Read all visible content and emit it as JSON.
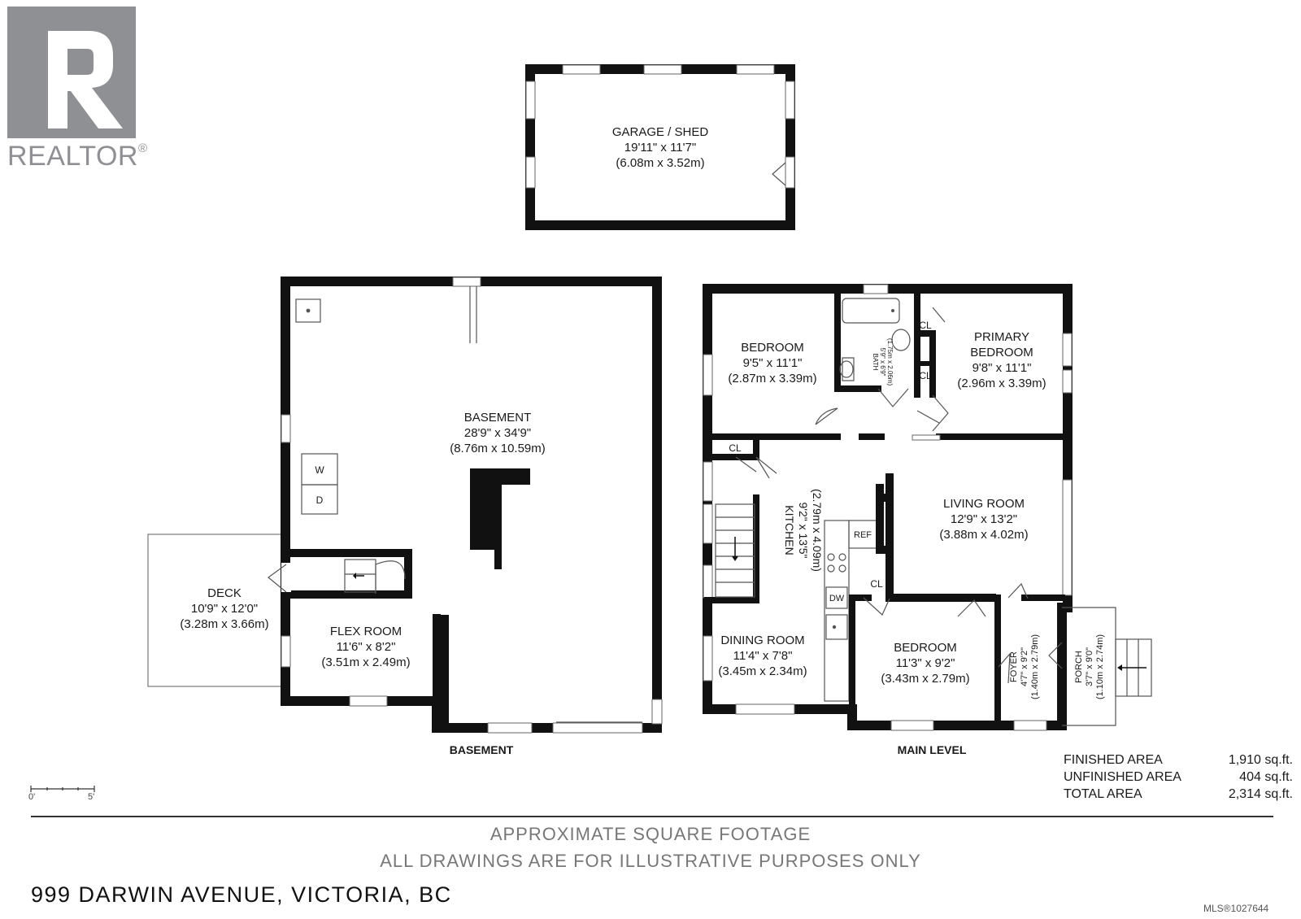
{
  "brand": {
    "name": "REALTOR",
    "mark": "®",
    "color": "#8f9093"
  },
  "floors": {
    "garage": {
      "name": "GARAGE / SHED",
      "imperial": "19'11\" x 11'7\"",
      "metric": "(6.08m x 3.52m)"
    },
    "basement": {
      "title": "BASEMENT",
      "rooms": {
        "basement": {
          "name": "BASEMENT",
          "imperial": "28'9\" x 34'9\"",
          "metric": "(8.76m x 10.59m)"
        },
        "deck": {
          "name": "DECK",
          "imperial": "10'9\" x 12'0\"",
          "metric": "(3.28m x 3.66m)"
        },
        "flex": {
          "name": "FLEX ROOM",
          "imperial": "11'6\" x 8'2\"",
          "metric": "(3.51m x 2.49m)"
        }
      },
      "fixtures": {
        "washer": "W",
        "dryer": "D"
      }
    },
    "main": {
      "title": "MAIN LEVEL",
      "rooms": {
        "bedroom1": {
          "name": "BEDROOM",
          "imperial": "9'5\" x 11'1\"",
          "metric": "(2.87m x 3.39m)"
        },
        "bath": {
          "name": "BATH",
          "imperial": "5'9\" x 6'9\"",
          "metric": "(1.75m x 2.06m)"
        },
        "primary": {
          "name1": "PRIMARY",
          "name2": "BEDROOM",
          "imperial": "9'8\" x 11'1\"",
          "metric": "(2.96m x 3.39m)"
        },
        "kitchen": {
          "name": "KITCHEN",
          "imperial": "9'2\" x 13'5\"",
          "metric": "(2.79m x 4.09m)"
        },
        "living": {
          "name": "LIVING ROOM",
          "imperial": "12'9\" x 13'2\"",
          "metric": "(3.88m x 4.02m)"
        },
        "dining": {
          "name": "DINING ROOM",
          "imperial": "11'4\" x 7'8\"",
          "metric": "(3.45m x 2.34m)"
        },
        "bedroom2": {
          "name": "BEDROOM",
          "imperial": "11'3\" x 9'2\"",
          "metric": "(3.43m x 2.79m)"
        },
        "foyer": {
          "name": "FOYER",
          "imperial": "4'7\" x 9'2\"",
          "metric": "(1.40m x 2.79m)"
        },
        "porch": {
          "name": "PORCH",
          "imperial": "3'7\" x 9'0\"",
          "metric": "(1.10m x 2.74m)"
        }
      },
      "closet": "CL",
      "fixtures": {
        "ref": "REF",
        "dw": "DW"
      }
    }
  },
  "areas": [
    {
      "label": "FINISHED AREA",
      "value": "1,910 sq.ft."
    },
    {
      "label": "UNFINISHED AREA",
      "value": "404 sq.ft."
    },
    {
      "label": "TOTAL AREA",
      "value": "2,314 sq.ft."
    }
  ],
  "scale": {
    "start": "0'",
    "end": "5'"
  },
  "disclaimer": {
    "line1": "APPROXIMATE SQUARE FOOTAGE",
    "line2": "ALL DRAWINGS ARE FOR ILLUSTRATIVE PURPOSES ONLY"
  },
  "address": "999 DARWIN AVENUE, VICTORIA, BC",
  "mls": "MLS®1027644"
}
